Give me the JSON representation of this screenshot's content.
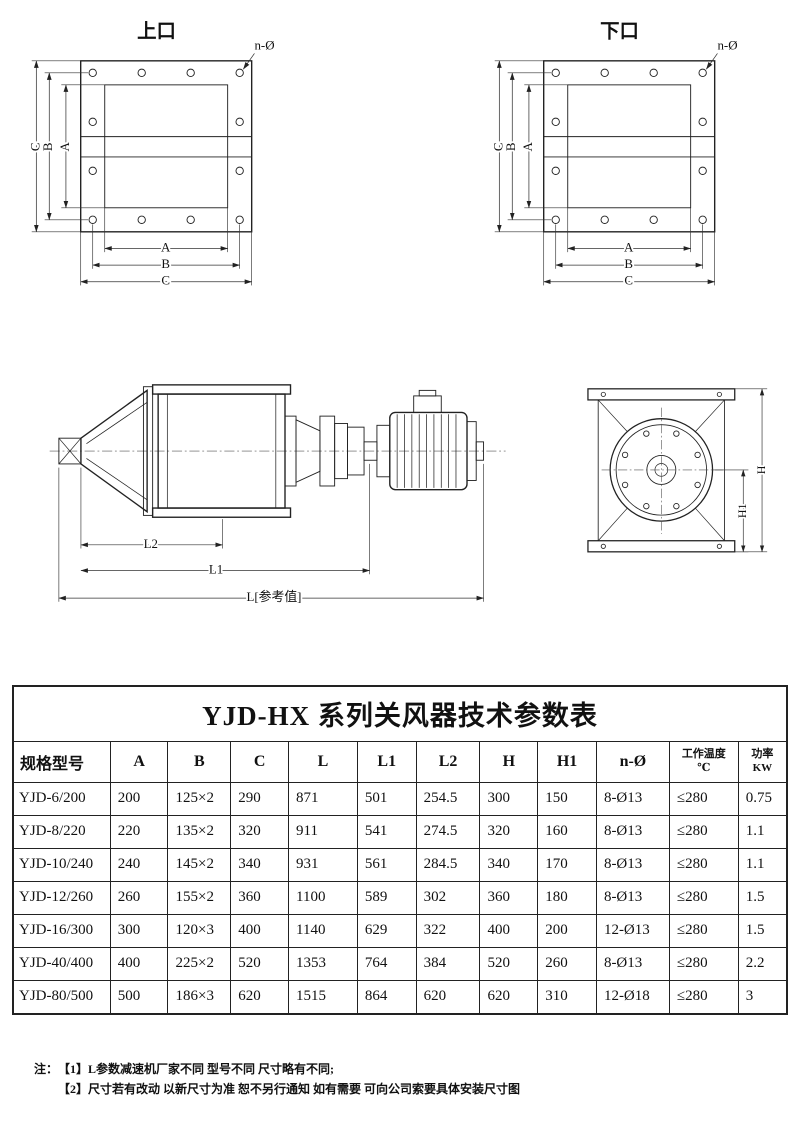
{
  "drawings": {
    "dims": {
      "a": "A",
      "b": "B",
      "c": "C",
      "n_holes": "n-Ø",
      "l": "L[参考值]",
      "l1": "L1",
      "l2": "L2",
      "h": "H",
      "h1": "H1"
    },
    "top_flange": {
      "label": "上口"
    },
    "bottom_flange": {
      "label": "下口"
    }
  },
  "table": {
    "title": "YJD-HX 系列关风器技术参数表",
    "headers": [
      "规格型号",
      "A",
      "B",
      "C",
      "L",
      "L1",
      "L2",
      "H",
      "H1",
      "n-Ø",
      "工作温度\n℃",
      "功率\nKW"
    ],
    "rows": [
      [
        "YJD-6/200",
        "200",
        "125×2",
        "290",
        "871",
        "501",
        "254.5",
        "300",
        "150",
        "8-Ø13",
        "≤280",
        "0.75"
      ],
      [
        "YJD-8/220",
        "220",
        "135×2",
        "320",
        "911",
        "541",
        "274.5",
        "320",
        "160",
        "8-Ø13",
        "≤280",
        "1.1"
      ],
      [
        "YJD-10/240",
        "240",
        "145×2",
        "340",
        "931",
        "561",
        "284.5",
        "340",
        "170",
        "8-Ø13",
        "≤280",
        "1.1"
      ],
      [
        "YJD-12/260",
        "260",
        "155×2",
        "360",
        "1100",
        "589",
        "302",
        "360",
        "180",
        "8-Ø13",
        "≤280",
        "1.5"
      ],
      [
        "YJD-16/300",
        "300",
        "120×3",
        "400",
        "1140",
        "629",
        "322",
        "400",
        "200",
        "12-Ø13",
        "≤280",
        "1.5"
      ],
      [
        "YJD-40/400",
        "400",
        "225×2",
        "520",
        "1353",
        "764",
        "384",
        "520",
        "260",
        "8-Ø13",
        "≤280",
        "2.2"
      ],
      [
        "YJD-80/500",
        "500",
        "186×3",
        "620",
        "1515",
        "864",
        "620",
        "620",
        "310",
        "12-Ø18",
        "≤280",
        "3"
      ]
    ]
  },
  "notes": {
    "label": "注：",
    "line1": "【1】L参数减速机厂家不同 型号不同 尺寸略有不同;",
    "line2": "【2】尺寸若有改动 以新尺寸为准 恕不另行通知 如有需要 可向公司索要具体安装尺寸图"
  }
}
